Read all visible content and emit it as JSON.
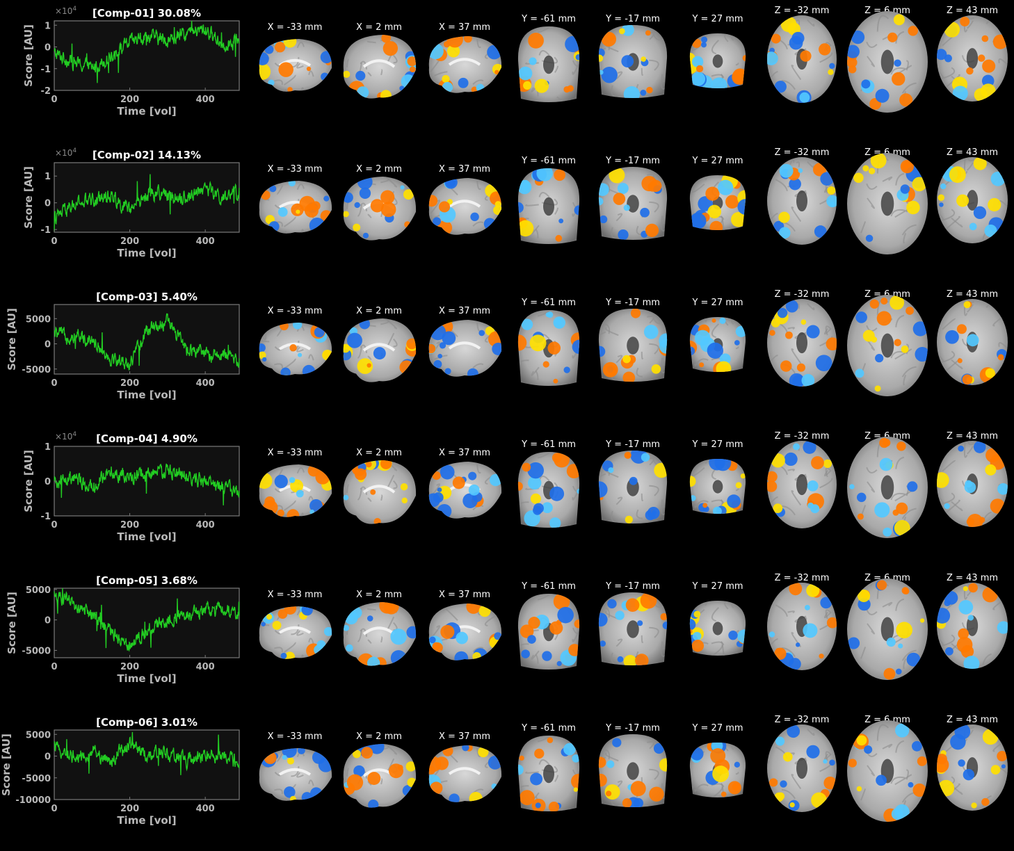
{
  "slice_labels": [
    "X = -33 mm",
    "X = 2 mm",
    "X = 37 mm",
    "Y = -61 mm",
    "Y = -17 mm",
    "Y = 27 mm",
    "Z = -32 mm",
    "Z = 6 mm",
    "Z = 43 mm"
  ],
  "colors": {
    "trace": "#22cc22",
    "positive": "#ff7a00",
    "positive_high": "#ffe000",
    "negative": "#1f6fe8",
    "negative_high": "#53c8ff",
    "brain": "#bdbdbd"
  },
  "chart_data": [
    {
      "type": "line",
      "title": "[Comp-01] 30.08%",
      "xlabel": "Time [vol]",
      "ylabel": "Score [AU]",
      "multiplier": "×10",
      "multiplier_exp": "4",
      "xlim": [
        0,
        490
      ],
      "ylim": [
        -2,
        1.2
      ],
      "xticks": [
        "0",
        "200",
        "400"
      ],
      "xtick_values": [
        0,
        200,
        400
      ],
      "yticks": [
        "-2",
        "-1",
        "0",
        "1"
      ],
      "ytick_values": [
        -2,
        -1,
        0,
        1
      ],
      "series": [
        {
          "x": [
            0,
            50,
            100,
            150,
            200,
            250,
            300,
            350,
            400,
            450,
            490
          ],
          "values": [
            -0.3,
            -0.7,
            -1.0,
            -0.4,
            0.2,
            0.5,
            0.3,
            0.6,
            0.8,
            0.1,
            0.4
          ]
        }
      ]
    },
    {
      "type": "line",
      "title": "[Comp-02] 14.13%",
      "xlabel": "Time [vol]",
      "ylabel": "Score [AU]",
      "multiplier": "×10",
      "multiplier_exp": "4",
      "xlim": [
        0,
        490
      ],
      "ylim": [
        -1.1,
        1.5
      ],
      "xticks": [
        "0",
        "200",
        "400"
      ],
      "xtick_values": [
        0,
        200,
        400
      ],
      "yticks": [
        "-1",
        "0",
        "1"
      ],
      "ytick_values": [
        -1,
        0,
        1
      ],
      "series": [
        {
          "x": [
            0,
            50,
            100,
            150,
            200,
            250,
            300,
            350,
            400,
            450,
            490
          ],
          "values": [
            -0.6,
            -0.1,
            0.1,
            0.3,
            -0.3,
            0.4,
            0.3,
            0.2,
            0.6,
            0.1,
            0.4
          ]
        }
      ]
    },
    {
      "type": "line",
      "title": "[Comp-03] 5.40%",
      "xlabel": "Time [vol]",
      "ylabel": "Score [AU]",
      "multiplier": "",
      "multiplier_exp": "",
      "xlim": [
        0,
        490
      ],
      "ylim": [
        -6000,
        7800
      ],
      "xticks": [
        "0",
        "200",
        "400"
      ],
      "xtick_values": [
        0,
        200,
        400
      ],
      "yticks": [
        "-5000",
        "0",
        "5000"
      ],
      "ytick_values": [
        -5000,
        0,
        5000
      ],
      "series": [
        {
          "x": [
            0,
            50,
            100,
            150,
            200,
            250,
            300,
            350,
            400,
            450,
            490
          ],
          "values": [
            2000,
            1500,
            1000,
            -3000,
            -4000,
            3000,
            4500,
            -1000,
            -2000,
            -2500,
            -3000
          ]
        }
      ]
    },
    {
      "type": "line",
      "title": "[Comp-04] 4.90%",
      "xlabel": "Time [vol]",
      "ylabel": "Score [AU]",
      "multiplier": "×10",
      "multiplier_exp": "4",
      "xlim": [
        0,
        490
      ],
      "ylim": [
        -1,
        1
      ],
      "xticks": [
        "0",
        "200",
        "400"
      ],
      "xtick_values": [
        0,
        200,
        400
      ],
      "yticks": [
        "-1",
        "0",
        "1"
      ],
      "ytick_values": [
        -1,
        0,
        1
      ],
      "series": [
        {
          "x": [
            0,
            50,
            100,
            150,
            200,
            250,
            300,
            350,
            400,
            450,
            490
          ],
          "values": [
            -0.1,
            0.1,
            -0.2,
            0.3,
            0.1,
            0.2,
            0.3,
            0.1,
            0.0,
            -0.2,
            -0.3
          ]
        }
      ]
    },
    {
      "type": "line",
      "title": "[Comp-05] 3.68%",
      "xlabel": "Time [vol]",
      "ylabel": "Score [AU]",
      "multiplier": "",
      "multiplier_exp": "",
      "xlim": [
        0,
        490
      ],
      "ylim": [
        -6200,
        5200
      ],
      "xticks": [
        "0",
        "200",
        "400"
      ],
      "xtick_values": [
        0,
        200,
        400
      ],
      "yticks": [
        "-5000",
        "0",
        "5000"
      ],
      "ytick_values": [
        -5000,
        0,
        5000
      ],
      "series": [
        {
          "x": [
            0,
            50,
            100,
            150,
            200,
            250,
            300,
            350,
            400,
            450,
            490
          ],
          "values": [
            4000,
            2500,
            1000,
            -2000,
            -4000,
            -1500,
            0,
            1000,
            1500,
            2000,
            1000
          ]
        }
      ]
    },
    {
      "type": "line",
      "title": "[Comp-06] 3.01%",
      "xlabel": "Time [vol]",
      "ylabel": "Score [AU]",
      "multiplier": "",
      "multiplier_exp": "",
      "xlim": [
        0,
        490
      ],
      "ylim": [
        -10000,
        6000
      ],
      "xticks": [
        "0",
        "200",
        "400"
      ],
      "xtick_values": [
        0,
        200,
        400
      ],
      "yticks": [
        "-10000",
        "-5000",
        "0",
        "5000"
      ],
      "ytick_values": [
        -10000,
        -5000,
        0,
        5000
      ],
      "series": [
        {
          "x": [
            0,
            50,
            100,
            150,
            200,
            250,
            300,
            350,
            400,
            450,
            490
          ],
          "values": [
            2000,
            0,
            1000,
            -1000,
            3000,
            0,
            1000,
            -1000,
            0,
            -500,
            -1500
          ]
        }
      ]
    }
  ]
}
